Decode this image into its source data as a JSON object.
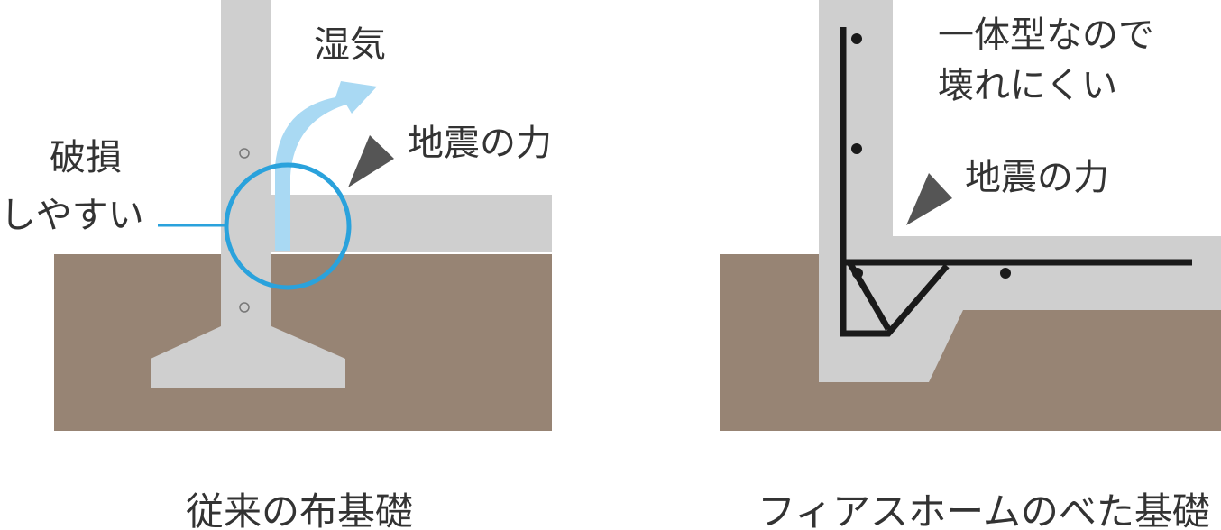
{
  "colors": {
    "concrete": "#cfcfcf",
    "soil": "#978474",
    "rebar": "#1a1a1a",
    "moisture_arrow": "#a9d9f3",
    "highlight_circle": "#2aa2dc",
    "force_arrow": "#555555",
    "text": "#333333"
  },
  "left_panel": {
    "moisture_label": "湿気",
    "damage_label_line1": "破損",
    "damage_label_line2": "しやすい",
    "force_label": "地震の力",
    "caption": "従来の布基礎"
  },
  "right_panel": {
    "benefit_line1": "一体型なので",
    "benefit_line2": "壊れにくい",
    "force_label": "地震の力",
    "caption": "フィアスホームのべた基礎"
  }
}
